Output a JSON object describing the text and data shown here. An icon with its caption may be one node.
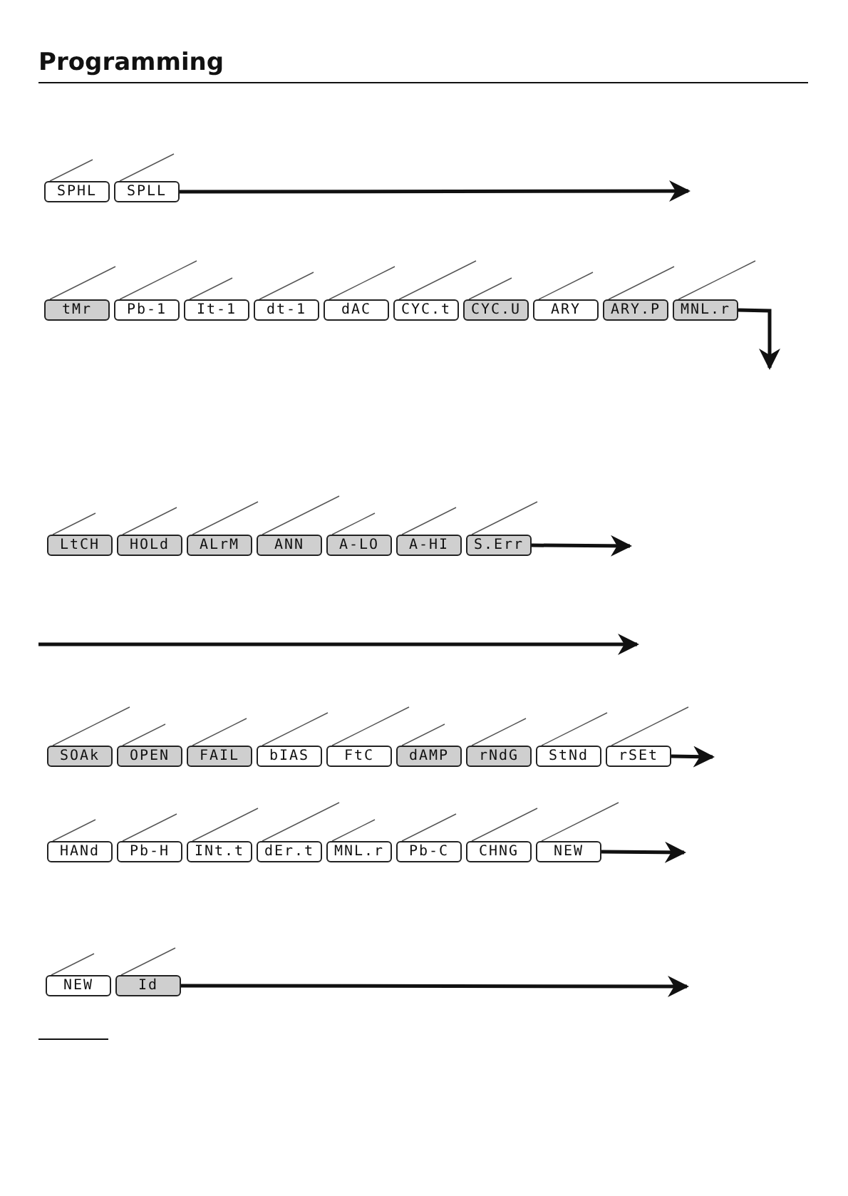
{
  "diagram": {
    "title": "Programming",
    "nodes": [
      {
        "text": [
          "SPHL"
        ]
      },
      {
        "text": [
          "SPLL"
        ]
      },
      {
        "text": [
          "tMr"
        ]
      },
      {
        "text": [
          "Pb-1"
        ]
      },
      {
        "text": [
          "It-1"
        ]
      },
      {
        "text": [
          "dt-1"
        ]
      },
      {
        "text": [
          "dAC"
        ]
      },
      {
        "text": [
          "CYC.t"
        ]
      },
      {
        "text": [
          "CYC.U"
        ]
      },
      {
        "text": [
          "ARY"
        ]
      },
      {
        "text": [
          "ARY.P"
        ]
      },
      {
        "text": [
          "MNL.r"
        ]
      },
      {
        "text": [
          "LtCH"
        ]
      },
      {
        "text": [
          "HOLd"
        ]
      },
      {
        "text": [
          "ALrM"
        ]
      },
      {
        "text": [
          "ANN"
        ]
      },
      {
        "text": [
          "A-LO"
        ]
      },
      {
        "text": [
          "A-HI"
        ]
      },
      {
        "text": [
          "S.Err"
        ]
      },
      {
        "text": [
          "SOAk"
        ]
      },
      {
        "text": [
          "OPEN"
        ]
      },
      {
        "text": [
          "FAIL"
        ]
      },
      {
        "text": [
          "bIAS"
        ]
      },
      {
        "text": [
          "FtC"
        ]
      },
      {
        "text": [
          "dAMP"
        ]
      },
      {
        "text": [
          "rNdG"
        ]
      },
      {
        "text": [
          "StNd"
        ]
      },
      {
        "text": [
          "rSEt"
        ]
      },
      {
        "text": [
          "HANd"
        ]
      },
      {
        "text": [
          "Pb-H"
        ]
      },
      {
        "text": [
          "INt.t"
        ]
      },
      {
        "text": [
          "dEr.t"
        ]
      },
      {
        "text": [
          "MNL.r"
        ]
      },
      {
        "text": [
          "Pb-C"
        ]
      },
      {
        "text": [
          "CHNG"
        ]
      },
      {
        "text": [
          "NEW"
        ]
      },
      {
        "text": [
          "NEW"
        ]
      },
      {
        "text": [
          "Id"
        ]
      }
    ],
    "edges": [
      {
        "from": 1,
        "to": null,
        "arrow": "to",
        "style": "thick"
      },
      {
        "from": 11,
        "to": null,
        "arrow": "to",
        "style": "thick"
      },
      {
        "from": 18,
        "to": null,
        "arrow": "to",
        "style": "thick"
      },
      {
        "from": 27,
        "to": null,
        "arrow": "to",
        "style": "thick"
      },
      {
        "from": 35,
        "to": null,
        "arrow": "to",
        "style": "thick"
      },
      {
        "from": 37,
        "to": null,
        "arrow": "to",
        "style": "thick"
      },
      {
        "from": null,
        "to": 0,
        "arrow": "none"
      },
      {
        "from": null,
        "to": 1,
        "arrow": "none"
      },
      {
        "from": null,
        "to": 2,
        "arrow": "none"
      },
      {
        "from": null,
        "to": 3,
        "arrow": "none"
      },
      {
        "from": null,
        "to": 4,
        "arrow": "none"
      },
      {
        "from": null,
        "to": 5,
        "arrow": "none"
      },
      {
        "from": null,
        "to": 6,
        "arrow": "none"
      },
      {
        "from": null,
        "to": 7,
        "arrow": "none"
      },
      {
        "from": null,
        "to": 8,
        "arrow": "none"
      },
      {
        "from": null,
        "to": 9,
        "arrow": "none"
      },
      {
        "from": null,
        "to": 10,
        "arrow": "none"
      },
      {
        "from": null,
        "to": 11,
        "arrow": "none"
      },
      {
        "from": null,
        "to": 12,
        "arrow": "none"
      },
      {
        "from": null,
        "to": 13,
        "arrow": "none"
      },
      {
        "from": null,
        "to": 14,
        "arrow": "none"
      },
      {
        "from": null,
        "to": 15,
        "arrow": "none"
      },
      {
        "from": null,
        "to": 16,
        "arrow": "none"
      },
      {
        "from": null,
        "to": 17,
        "arrow": "none"
      },
      {
        "from": null,
        "to": 18,
        "arrow": "none"
      },
      {
        "from": null,
        "to": 19,
        "arrow": "none"
      },
      {
        "from": null,
        "to": 20,
        "arrow": "none"
      },
      {
        "from": null,
        "to": 21,
        "arrow": "none"
      },
      {
        "from": null,
        "to": 22,
        "arrow": "none"
      },
      {
        "from": null,
        "to": 23,
        "arrow": "none"
      },
      {
        "from": null,
        "to": 24,
        "arrow": "none"
      },
      {
        "from": null,
        "to": 25,
        "arrow": "none"
      },
      {
        "from": null,
        "to": 26,
        "arrow": "none"
      },
      {
        "from": null,
        "to": 27,
        "arrow": "none"
      },
      {
        "from": null,
        "to": 28,
        "arrow": "none"
      },
      {
        "from": null,
        "to": 29,
        "arrow": "none"
      },
      {
        "from": null,
        "to": 30,
        "arrow": "none"
      },
      {
        "from": null,
        "to": 31,
        "arrow": "none"
      },
      {
        "from": null,
        "to": 32,
        "arrow": "none"
      },
      {
        "from": null,
        "to": 33,
        "arrow": "none"
      },
      {
        "from": null,
        "to": 34,
        "arrow": "none"
      },
      {
        "from": null,
        "to": 35,
        "arrow": "none"
      },
      {
        "from": null,
        "to": 36,
        "arrow": "none"
      },
      {
        "from": null,
        "to": 37,
        "arrow": "none"
      }
    ]
  }
}
